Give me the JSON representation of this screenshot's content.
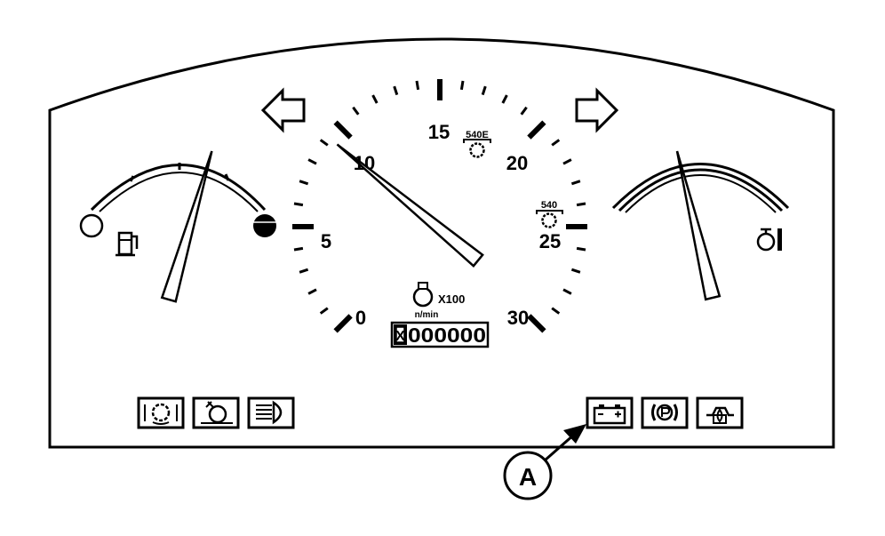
{
  "tachometer": {
    "scale_labels": [
      "0",
      "5",
      "10",
      "15",
      "20",
      "25",
      "30"
    ],
    "multiplier_label": "X100",
    "unit_label": "n/min",
    "pto_540e_label": "540E",
    "pto_540_label": "540",
    "odometer": {
      "cursor": "X",
      "digits": "000000"
    },
    "needle_value": 9.3
  },
  "fuel_gauge": {
    "needle_fraction": 0.64
  },
  "temp_gauge": {
    "needle_fraction": 0.36
  },
  "callout": {
    "label": "A"
  },
  "colors": {
    "ink": "#000000",
    "paper": "#ffffff"
  }
}
